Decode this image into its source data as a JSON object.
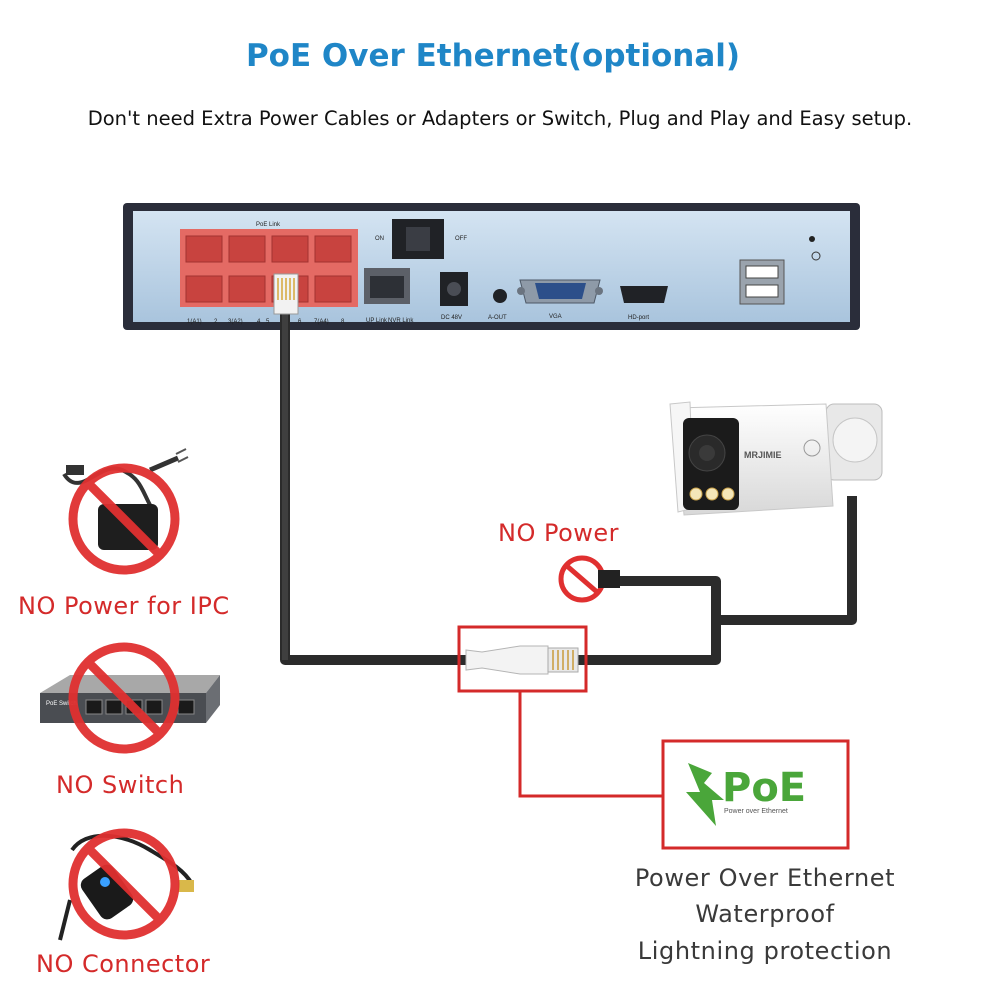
{
  "header": {
    "title": "PoE Over Ethernet(optional)",
    "subtitle": "Don't need Extra Power Cables or Adapters or Switch, Plug and Play and Easy setup."
  },
  "nvr": {
    "poe_link_label": "PoE Link",
    "port_labels": [
      "1(A1)",
      "2",
      "3(A2)",
      "4",
      "5",
      "6",
      "7(A4)",
      "8"
    ],
    "switch_on": "ON",
    "switch_off": "OFF",
    "uplink_label": "UP Link",
    "nvrlink_label": "NVR Link",
    "dc_label": "DC 48V",
    "aout_label": "A-OUT",
    "vga_label": "VGA",
    "hd_label": "HD-port"
  },
  "camera": {
    "brand": "MRJIMIE"
  },
  "labels": {
    "no_power": "NO Power",
    "no_power_ipc": "NO Power for IPC",
    "no_switch": "NO Switch",
    "no_connector": "NO Connector"
  },
  "switch_device": {
    "brand": "PoE Switch"
  },
  "poe_logo": {
    "text": "PoE",
    "tagline": "Power over Ethernet"
  },
  "features": [
    "Power Over Ethernet",
    "Waterproof",
    "Lightning protection"
  ],
  "colors": {
    "title": "#1f86c7",
    "accent_red": "#d42a2a",
    "poe_green": "#4aa63a",
    "nvr_panel": "#bfd6ea"
  }
}
